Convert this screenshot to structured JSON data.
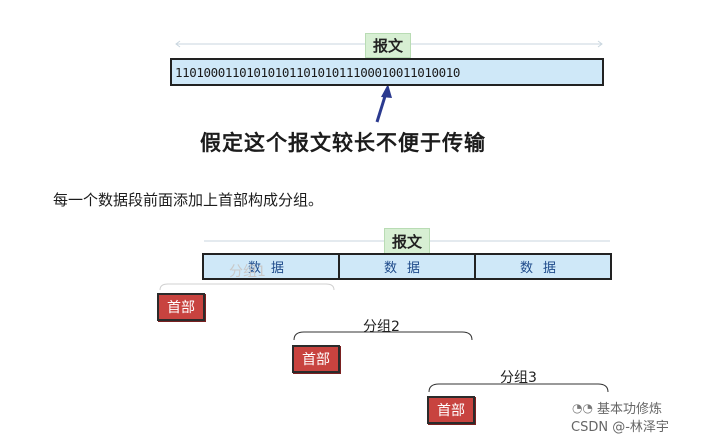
{
  "message_label_top": "报文",
  "bits": "1101000110101010110101011100010011010010",
  "caption": "假定这个报文较长不便于传输",
  "sentence": "每一个数据段前面添加上首部构成分组。",
  "message_label_bottom": "报文",
  "segments": [
    "数据",
    "数据",
    "数据"
  ],
  "packets": [
    {
      "group": "分组1",
      "header": "首部"
    },
    {
      "group": "分组2",
      "header": "首部"
    },
    {
      "group": "分组3",
      "header": "首部"
    }
  ],
  "watermark": {
    "brand": "基本功修炼",
    "csdn": "CSDN @-林泽宇"
  },
  "colors": {
    "segment_fill": "#cfe8f8",
    "header_fill": "#c8433f",
    "label_fill": "#d7efd3",
    "arrow": "#2b3a8f"
  }
}
